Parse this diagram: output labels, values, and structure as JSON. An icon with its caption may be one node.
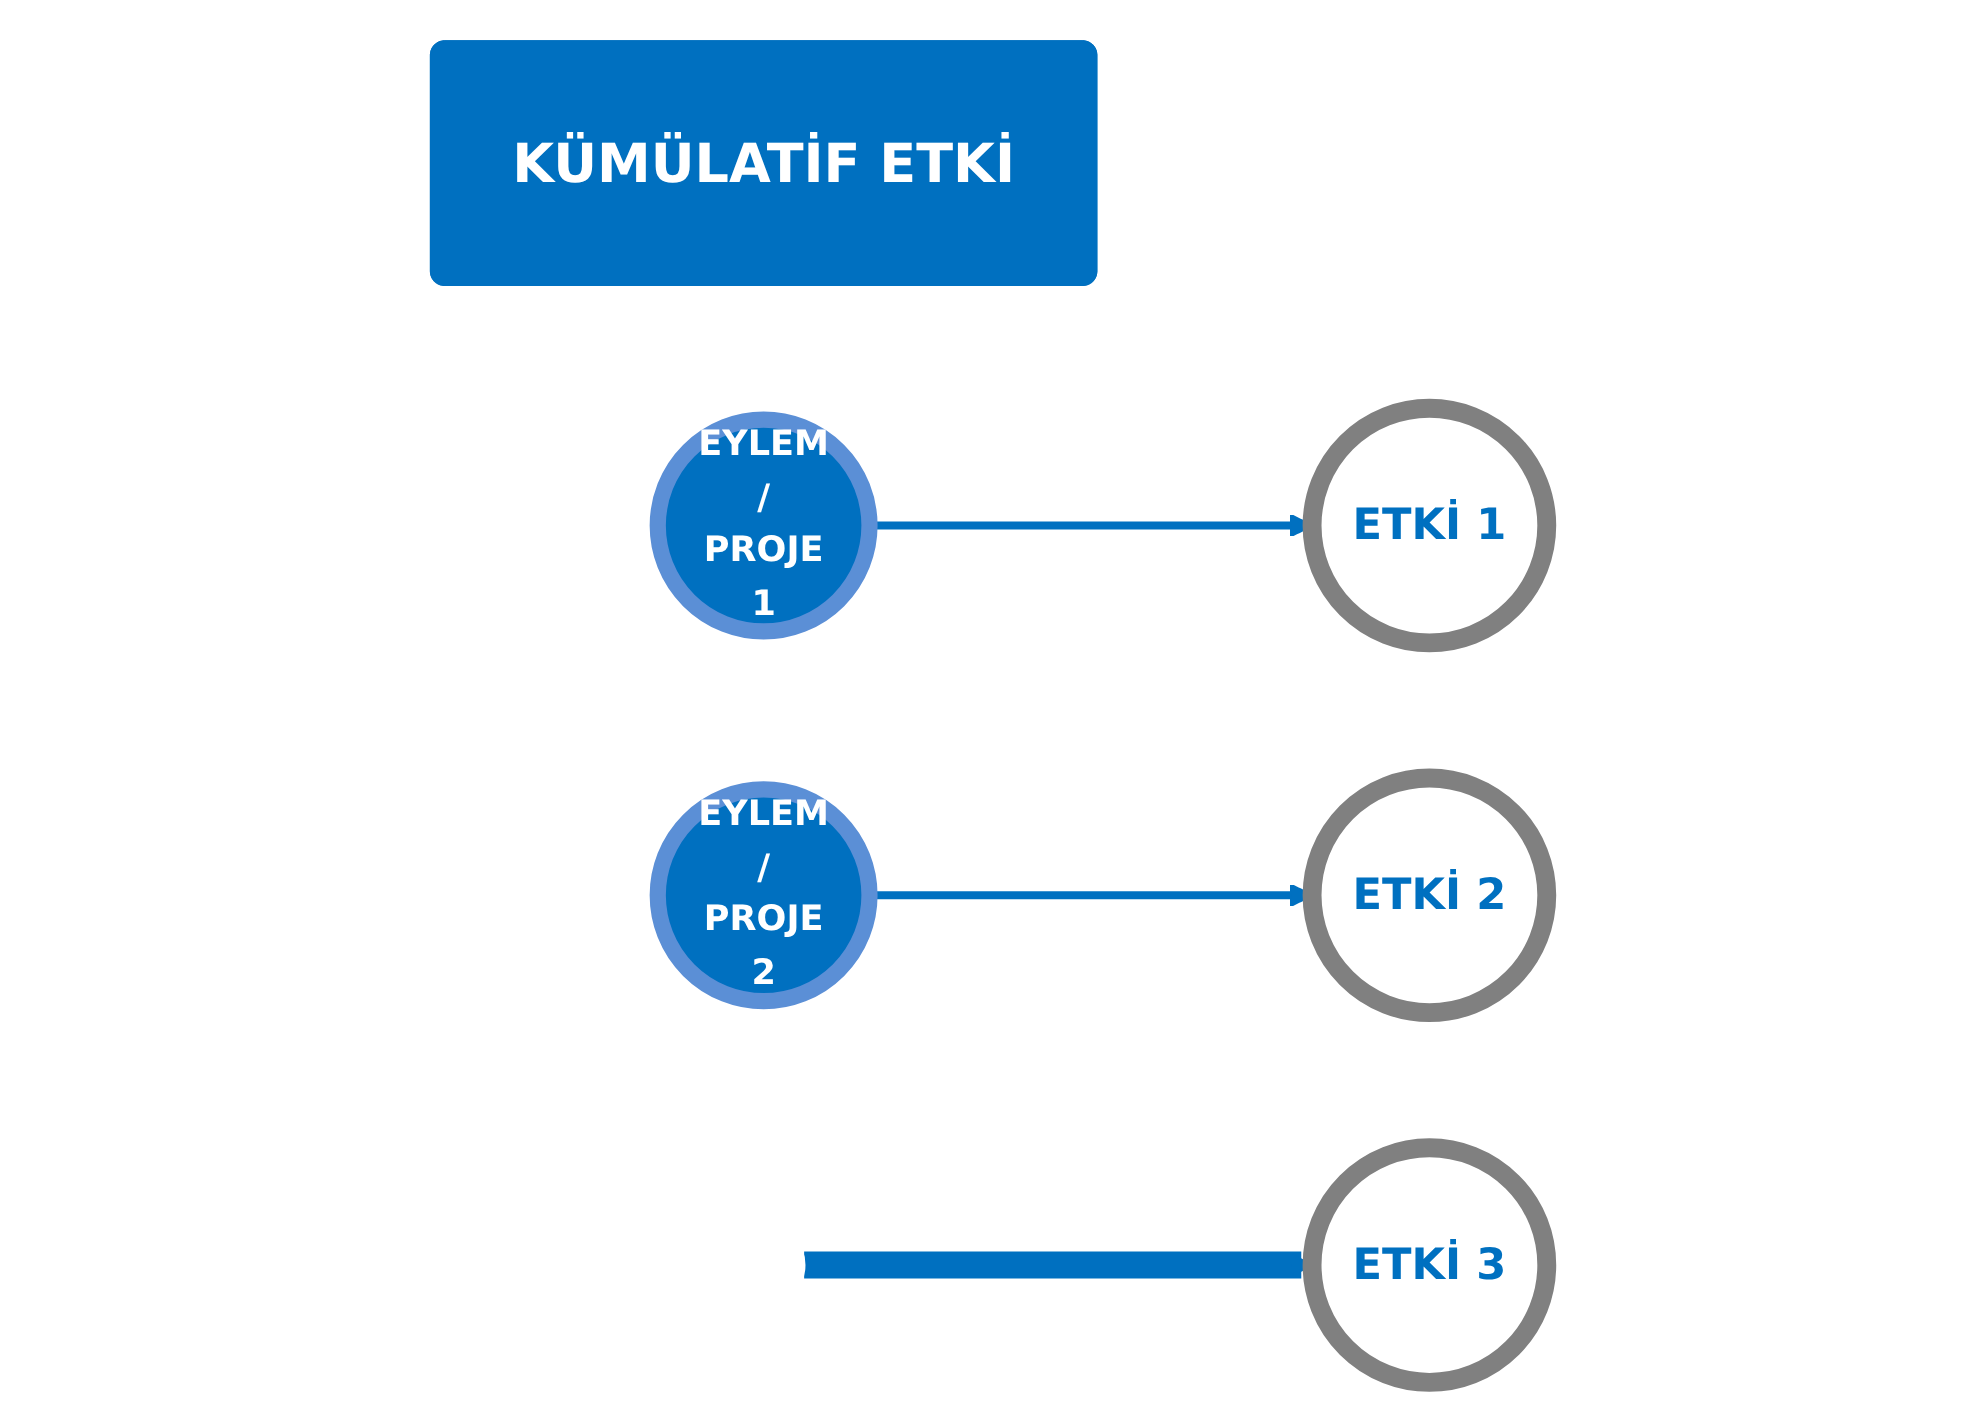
{
  "diagram": {
    "nodes": [
      {
        "text": [
          "KÜMÜLATİF ETKİ"
        ]
      },
      {
        "text": [
          "EYLEM / PROJE 1"
        ]
      },
      {
        "text": [
          "ETKİ 1"
        ]
      },
      {
        "text": [
          "ETKİ 3"
        ]
      },
      {
        "text": [
          "ETKİ 2"
        ]
      },
      {
        "text": [
          "EYLEM / PROJE 2"
        ]
      }
    ],
    "edges": [
      {
        "from": 1,
        "to": 2,
        "arrow": "to"
      },
      {
        "from": 5,
        "to": 4,
        "arrow": "to"
      },
      {
        "from": null,
        "to": 3,
        "arrow": "to",
        "style": "thick"
      }
    ]
  }
}
